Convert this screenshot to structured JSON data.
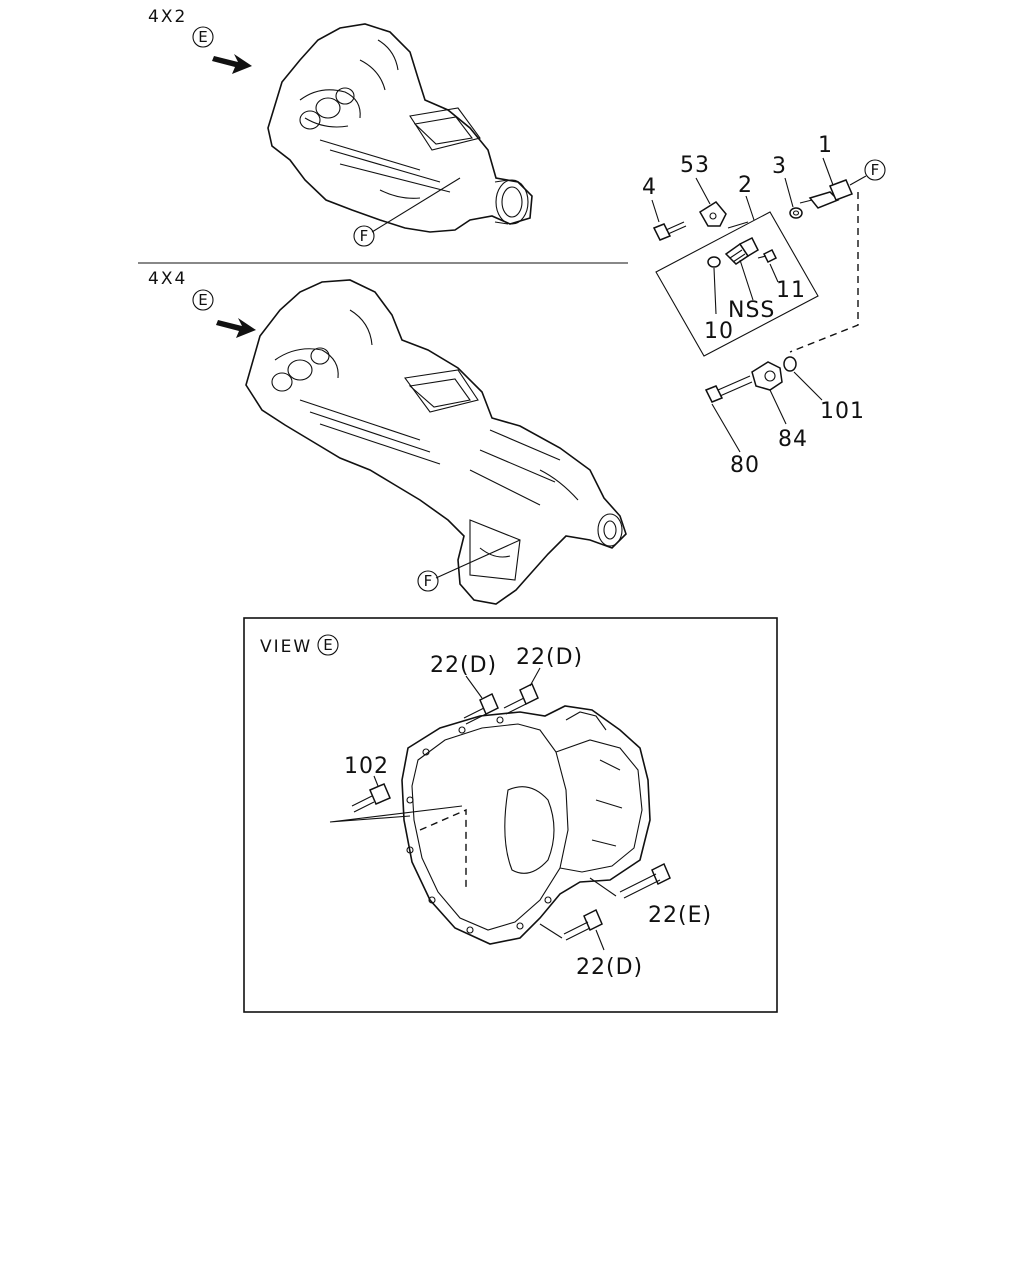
{
  "sections": {
    "top_variant": "4X2",
    "bottom_variant": "4X4",
    "view_label": "VIEW"
  },
  "refs": {
    "view_e": "E",
    "view_f": "F"
  },
  "callouts": {
    "p1": "1",
    "p2": "2",
    "p3": "3",
    "p4": "4",
    "p53": "53",
    "p11": "11",
    "pNSS": "NSS",
    "p10": "10",
    "p101": "101",
    "p84": "84",
    "p80": "80",
    "p102": "102",
    "p22d_a": "22(D)",
    "p22d_b": "22(D)",
    "p22e": "22(E)",
    "p22d_c": "22(D)"
  }
}
